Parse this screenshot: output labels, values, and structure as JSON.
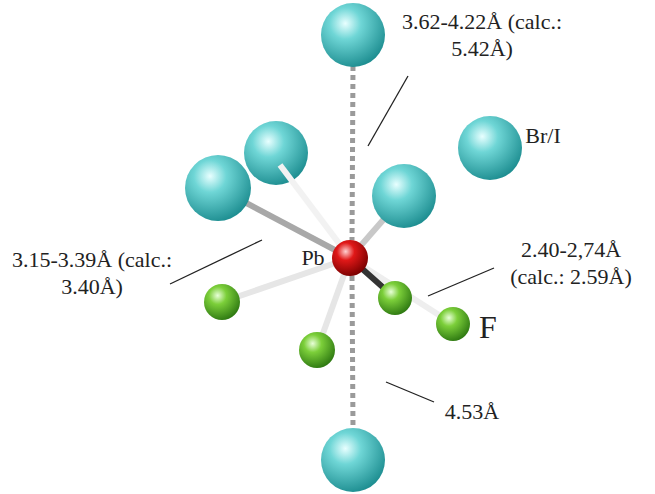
{
  "diagram": {
    "labels": [
      "3.62-4.22Å (calc.: 5.42Å)",
      "3.15-3.39Å (calc.: 3.40Å)",
      "2.40-2,74Å (calc.: 2.59Å)",
      "4.53Å",
      "Pb",
      "Br/I",
      "F"
    ]
  }
}
